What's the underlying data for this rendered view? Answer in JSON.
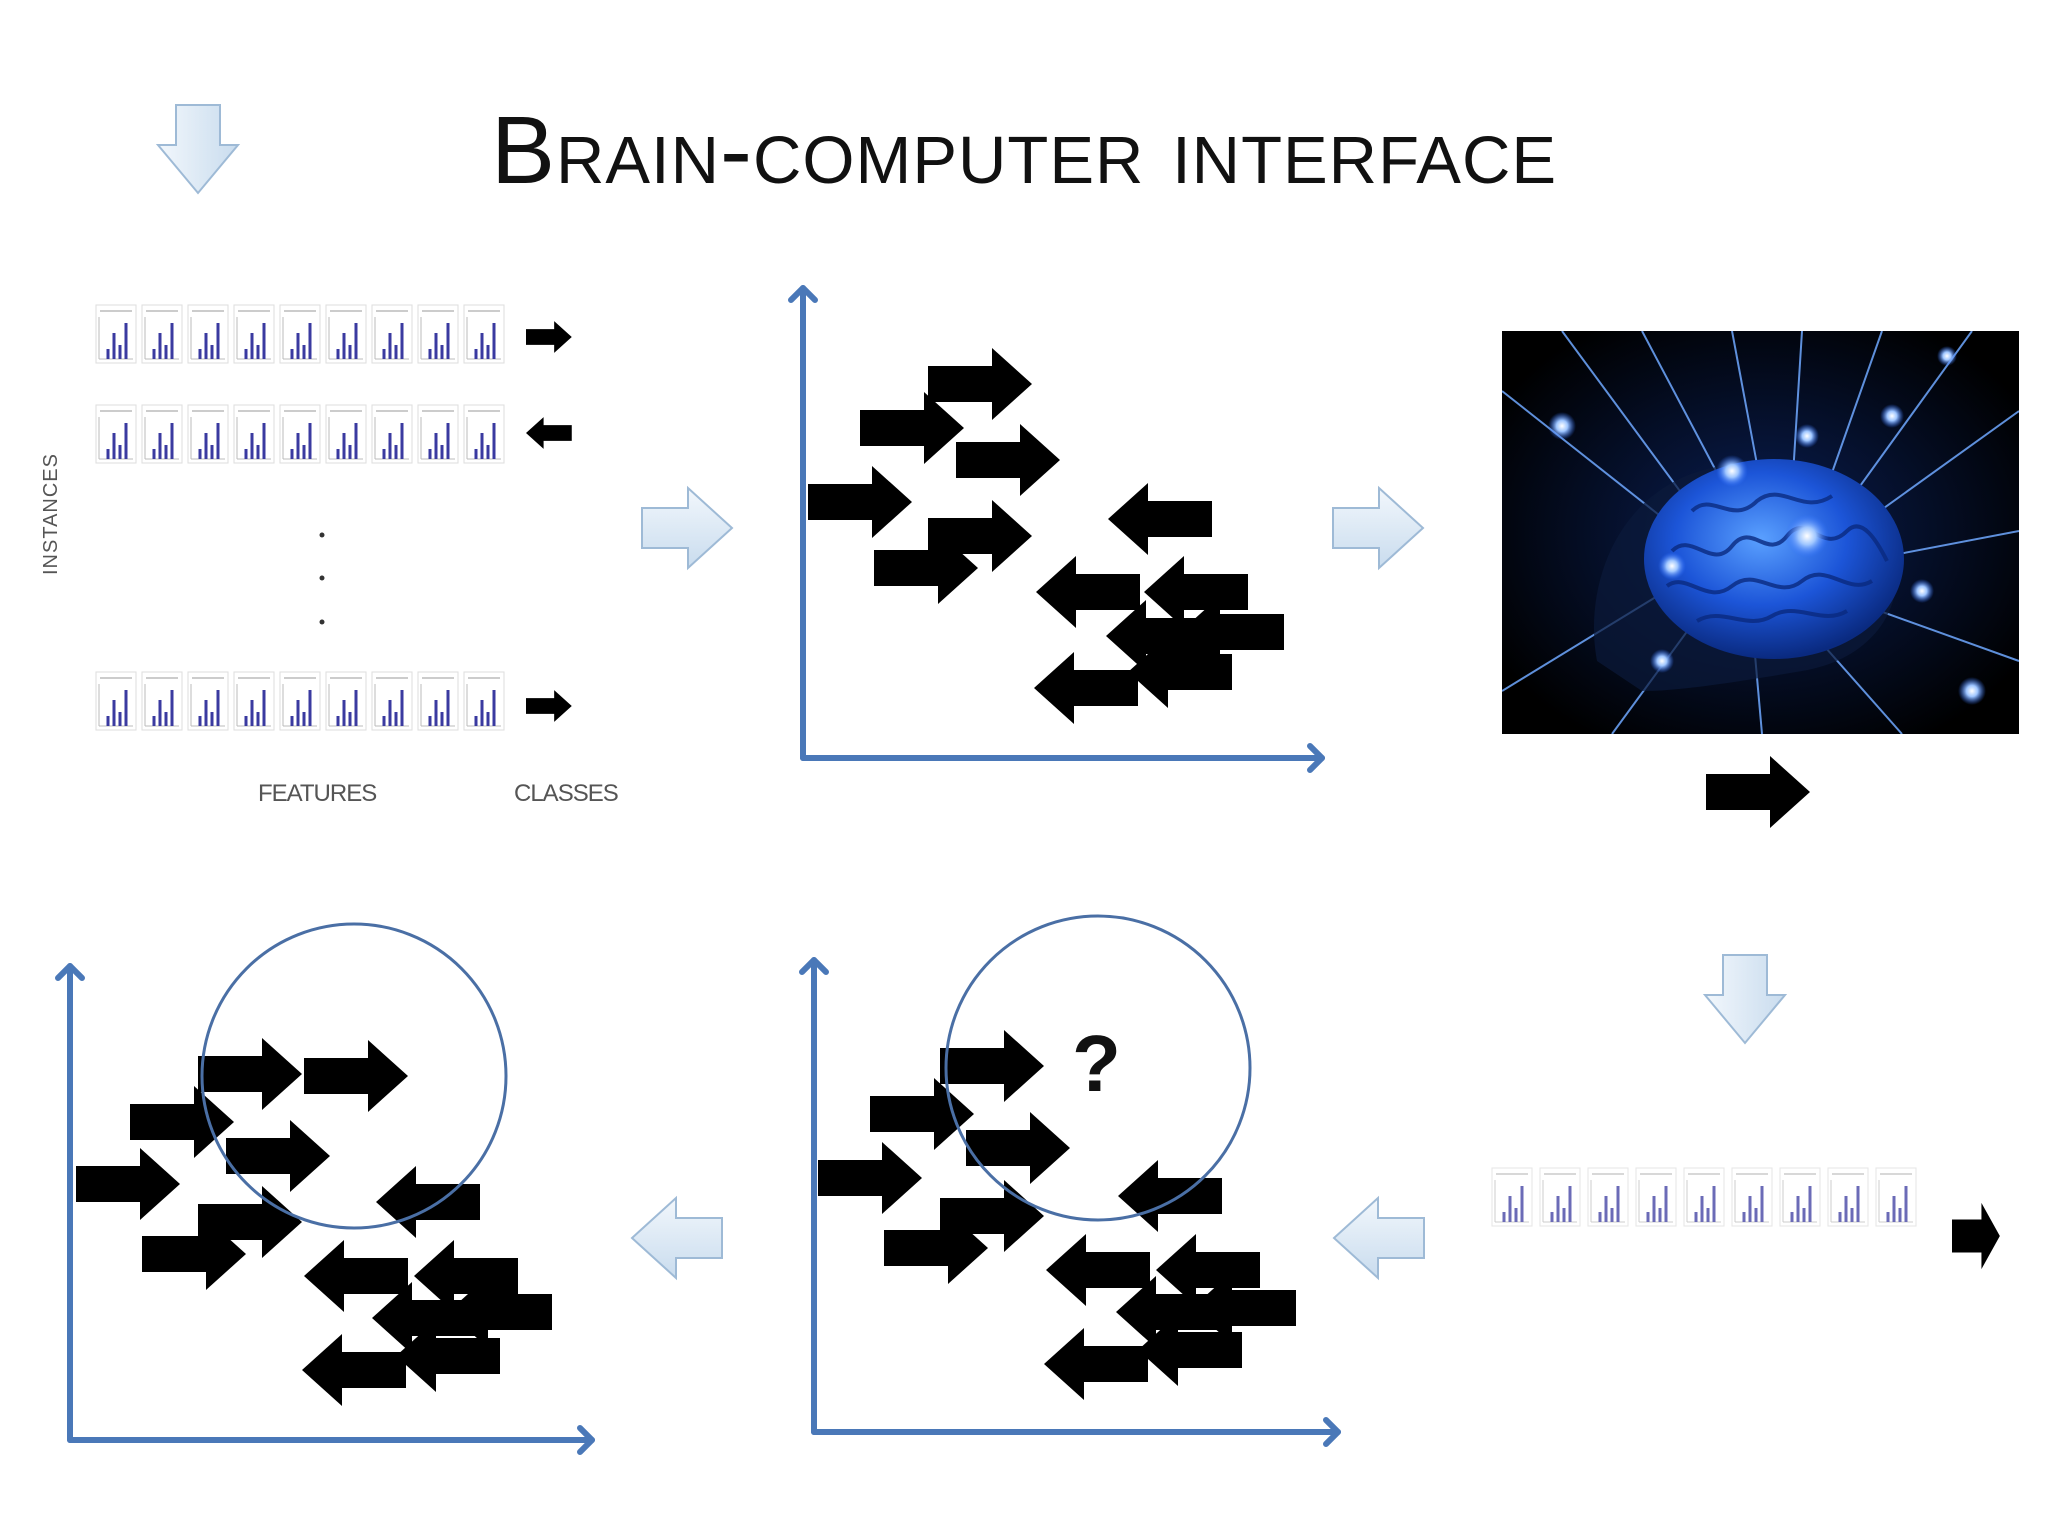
{
  "title": "Brain-computer interface",
  "labels": {
    "instances": "INSTANCES",
    "features": "FEATURES",
    "classes": "CLASSES",
    "unknown": "?"
  },
  "colors": {
    "axis": "#4a78b8",
    "flow_arrow_fill": "#dbe8f3",
    "flow_arrow_stroke": "#8fb0cf",
    "data_arrow": "#000000",
    "circle": "#4a6fa5",
    "brain_bg": "#000000",
    "brain_glow": "#2a6cff"
  },
  "icons": {
    "flow": "light-blue-block-arrow-icon",
    "data": "black-block-arrow-icon",
    "thumbnail": "mini-bar-chart-icon",
    "brain": "glowing-brain-image"
  }
}
